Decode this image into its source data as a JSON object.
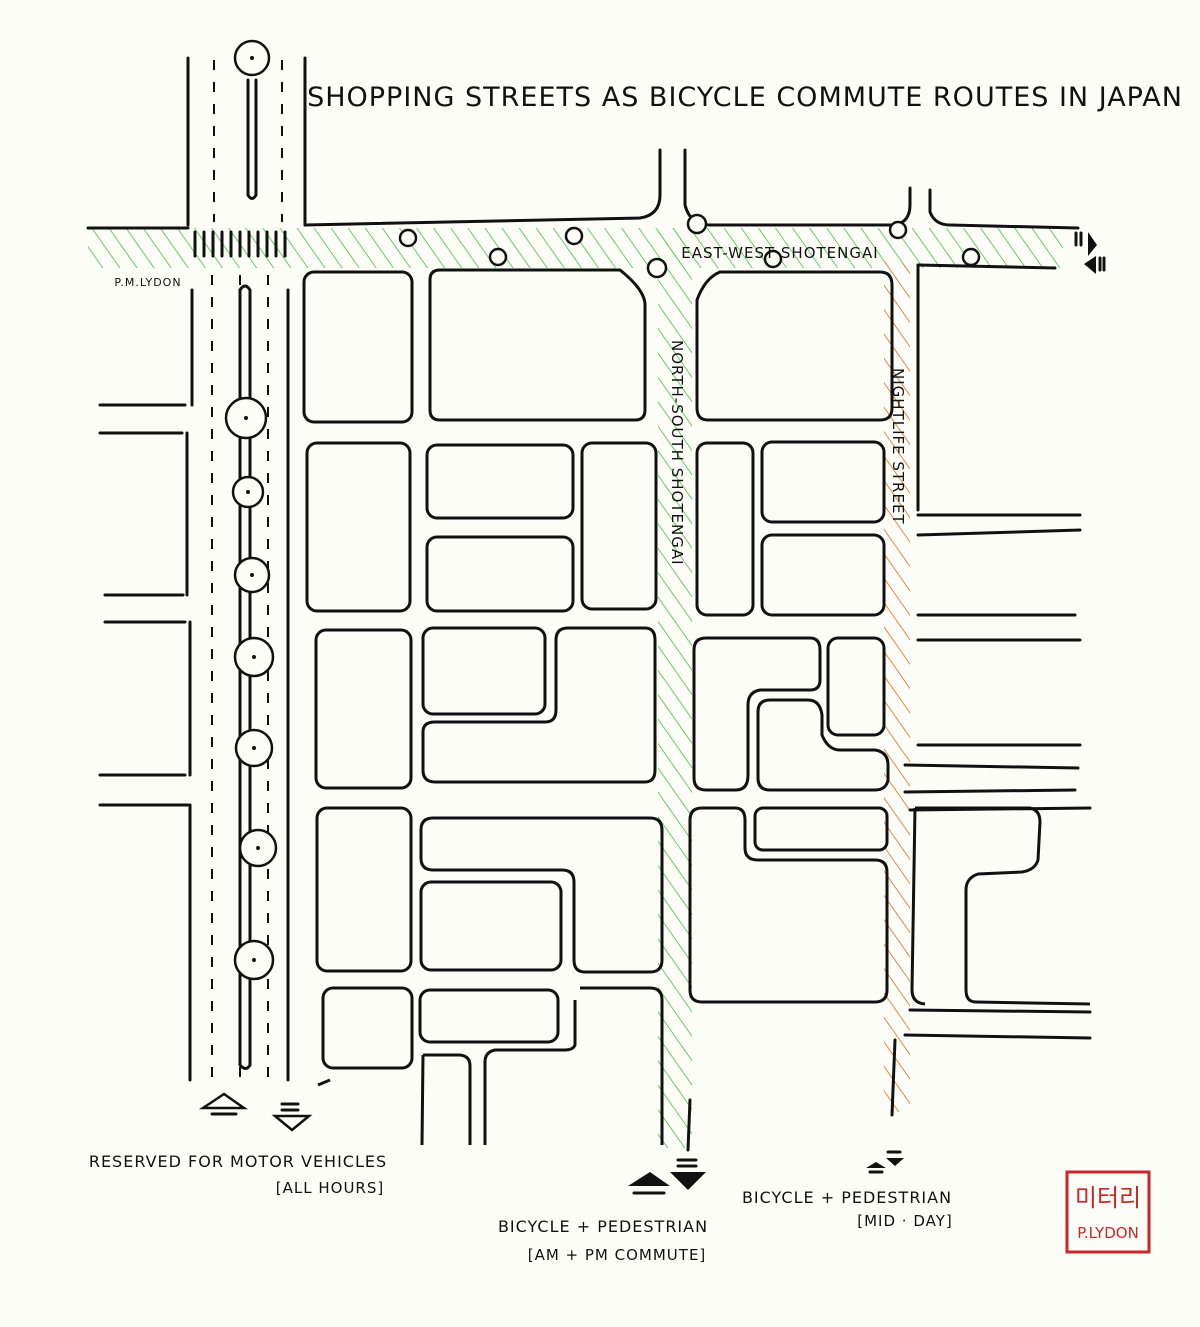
{
  "title": "SHOPPING STREETS AS BICYCLE COMMUTE ROUTES IN JAPAN",
  "author_mark": "P.M.LYDON",
  "streets": {
    "east_west": "EAST-WEST SHOTENGAI",
    "north_south": "NORTH-SOUTH SHOTENGAI",
    "nightlife": "NIGHTLIFE STREET"
  },
  "legend": {
    "motor": {
      "label": "RESERVED FOR MOTOR VEHICLES",
      "hours": "[ALL HOURS]"
    },
    "commute": {
      "label": "BICYCLE + PEDESTRIAN",
      "hours": "[AM + PM COMMUTE]"
    },
    "midday": {
      "label": "BICYCLE + PEDESTRIAN",
      "hours": "[MID · DAY]"
    }
  },
  "signature_stamp": {
    "line1": "미터리",
    "line2": "P.LYDON"
  },
  "colors": {
    "commute_route": "#6cc96c",
    "nightlife_route": "#e08a4a",
    "stamp": "#c62828"
  }
}
